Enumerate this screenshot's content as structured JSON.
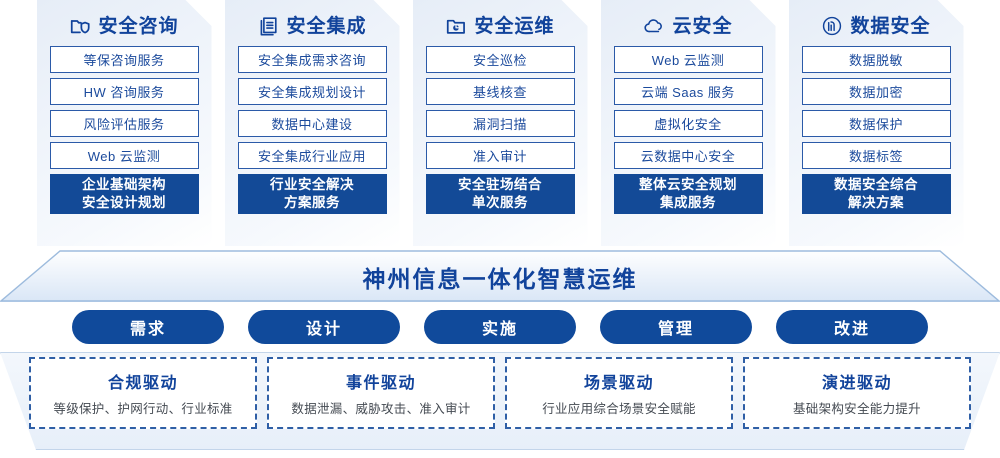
{
  "columns": [
    {
      "icon": "folder-shield-icon",
      "title": "安全咨询",
      "items": [
        "等保咨询服务",
        "HW 咨询服务",
        "风险评估服务",
        "Web 云监测"
      ],
      "highlight": [
        "企业基础架构",
        "安全设计规划"
      ]
    },
    {
      "icon": "stacked-documents-icon",
      "title": "安全集成",
      "items": [
        "安全集成需求咨询",
        "安全集成规划设计",
        "数据中心建设",
        "安全集成行业应用"
      ],
      "highlight": [
        "行业安全解决",
        "方案服务"
      ]
    },
    {
      "icon": "folder-chart-icon",
      "title": "安全运维",
      "items": [
        "安全巡检",
        "基线核查",
        "漏洞扫描",
        "准入审计"
      ],
      "highlight": [
        "安全驻场结合",
        "单次服务"
      ]
    },
    {
      "icon": "cloud-icon",
      "title": "云安全",
      "items": [
        "Web 云监测",
        "云端 Saas 服务",
        "虚拟化安全",
        "云数据中心安全"
      ],
      "highlight": [
        "整体云安全规划",
        "集成服务"
      ]
    },
    {
      "icon": "fingerprint-icon",
      "title": "数据安全",
      "items": [
        "数据脱敏",
        "数据加密",
        "数据保护",
        "数据标签"
      ],
      "highlight": [
        "数据安全综合",
        "解决方案"
      ]
    }
  ],
  "banner": {
    "text": "神州信息一体化智慧运维"
  },
  "phases": [
    {
      "label": "需求"
    },
    {
      "label": "设计"
    },
    {
      "label": "实施"
    },
    {
      "label": "管理"
    },
    {
      "label": "改进"
    }
  ],
  "drivers": [
    {
      "title": "合规驱动",
      "subtitle": "等级保护、护网行动、行业标准"
    },
    {
      "title": "事件驱动",
      "subtitle": "数据泄漏、威胁攻击、准入审计"
    },
    {
      "title": "场景驱动",
      "subtitle": "行业应用综合场景安全赋能"
    },
    {
      "title": "演进驱动",
      "subtitle": "基础架构安全能力提升"
    }
  ],
  "colors": {
    "brand_blue": "#11439b",
    "deep_blue": "#134a97",
    "panel_border": "#2b5aa8",
    "text_gray": "#444a52"
  }
}
